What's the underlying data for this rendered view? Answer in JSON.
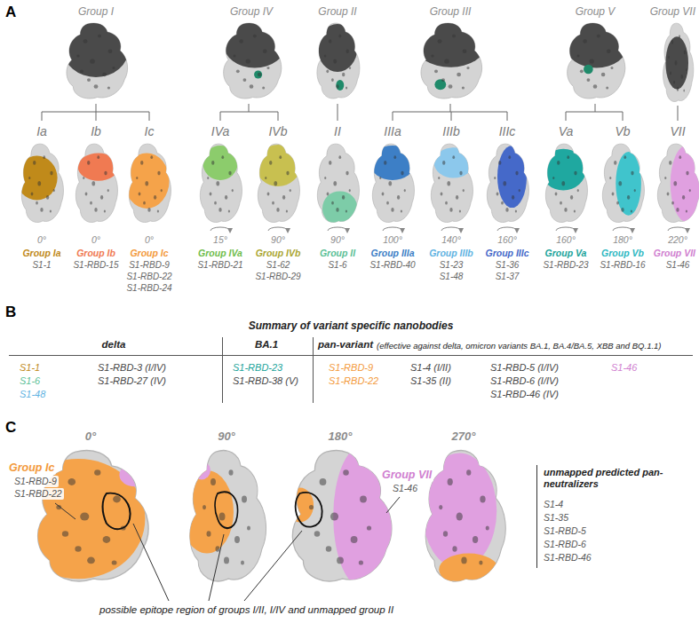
{
  "diagram": {
    "labels": [
      "A",
      "Group I",
      "Group IV",
      "Group II",
      "Group III",
      "Group V",
      "Group VII",
      "Ia",
      "Ib",
      "Ic",
      "IVa",
      "IVb",
      "II",
      "IIIa",
      "IIIb",
      "IIIc",
      "Va",
      "Vb",
      "VII",
      "0°",
      "0°",
      "0°",
      "15°",
      "90°",
      "90°",
      "100°",
      "140°",
      "160°",
      "160°",
      "180°",
      "220°",
      "Group Ia",
      "S1-1",
      "Group Ib",
      "S1-RBD-15",
      "Group Ic",
      "S1-RBD-9",
      "S1-RBD-22",
      "S1-RBD-24",
      "Group IVa",
      "S1-RBD-21",
      "Group IVb",
      "S1-62",
      "S1-RBD-29",
      "Group II",
      "S1-6",
      "Group IIIa",
      "S1-RBD-40",
      "Group IIIb",
      "S1-23",
      "S1-48",
      "Group IIIc",
      "S1-36",
      "S1-37",
      "Group Va",
      "S1-RBD-23",
      "Group Vb",
      "S1-RBD-16",
      "Group VII",
      "S1-46",
      "B",
      "Summary of variant specific nanobodies",
      "delta",
      "BA.1",
      "pan-variant",
      "(effective against delta, omicron variants BA.1, BA.4/BA.5, XBB and BQ.1.1)",
      "S1-1",
      "S1-6",
      "S1-48",
      "S1-RBD-3 (I/IV)",
      "S1-RBD-27 (IV)",
      "S1-RBD-23",
      "S1-RBD-38 (V)",
      "S1-RBD-9",
      "S1-RBD-22",
      "S1-4 (I/II)",
      "S1-35 (II)",
      "S1-RBD-5 (I/IV)",
      "S1-RBD-6 (I/IV)",
      "S1-RBD-46 (IV)",
      "S1-46",
      "C",
      "0°",
      "90°",
      "180°",
      "270°",
      "Group Ic",
      "S1-RBD-9",
      "S1-RBD-22",
      "Group VII",
      "S1-46",
      "unmapped predicted pan-neutralizers",
      "S1-4",
      "S1-35",
      "S1-RBD-5",
      "S1-RBD-6",
      "S1-RBD-46",
      "possible epitope region of groups I/II, I/IV and unmapped group II"
    ]
  }
}
